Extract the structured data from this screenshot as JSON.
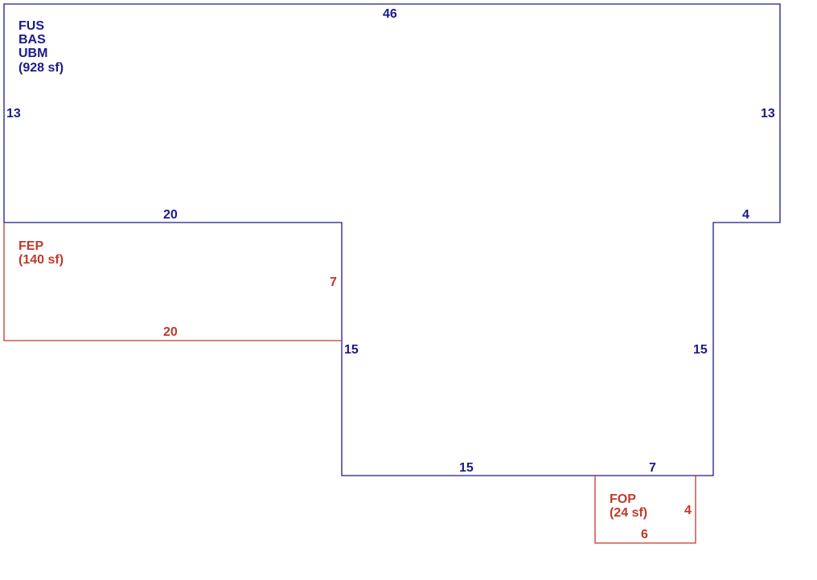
{
  "colors": {
    "main": "#1a1a8c",
    "porch": "#c0392b",
    "background": "#ffffff"
  },
  "main_area": {
    "codes": [
      "FUS",
      "BAS",
      "UBM"
    ],
    "area": "(928 sf)",
    "dims": {
      "top": "46",
      "left": "13",
      "right": "13",
      "notch_right": "4",
      "step_left": "20",
      "inner_left": "15",
      "inner_right": "15",
      "bottom_left": "15",
      "bottom_right": "7"
    }
  },
  "fep": {
    "code": "FEP",
    "area": "(140 sf)",
    "dims": {
      "right": "7",
      "bottom": "20"
    }
  },
  "fop": {
    "code": "FOP",
    "area": "(24 sf)",
    "dims": {
      "right": "4",
      "bottom": "6"
    }
  }
}
